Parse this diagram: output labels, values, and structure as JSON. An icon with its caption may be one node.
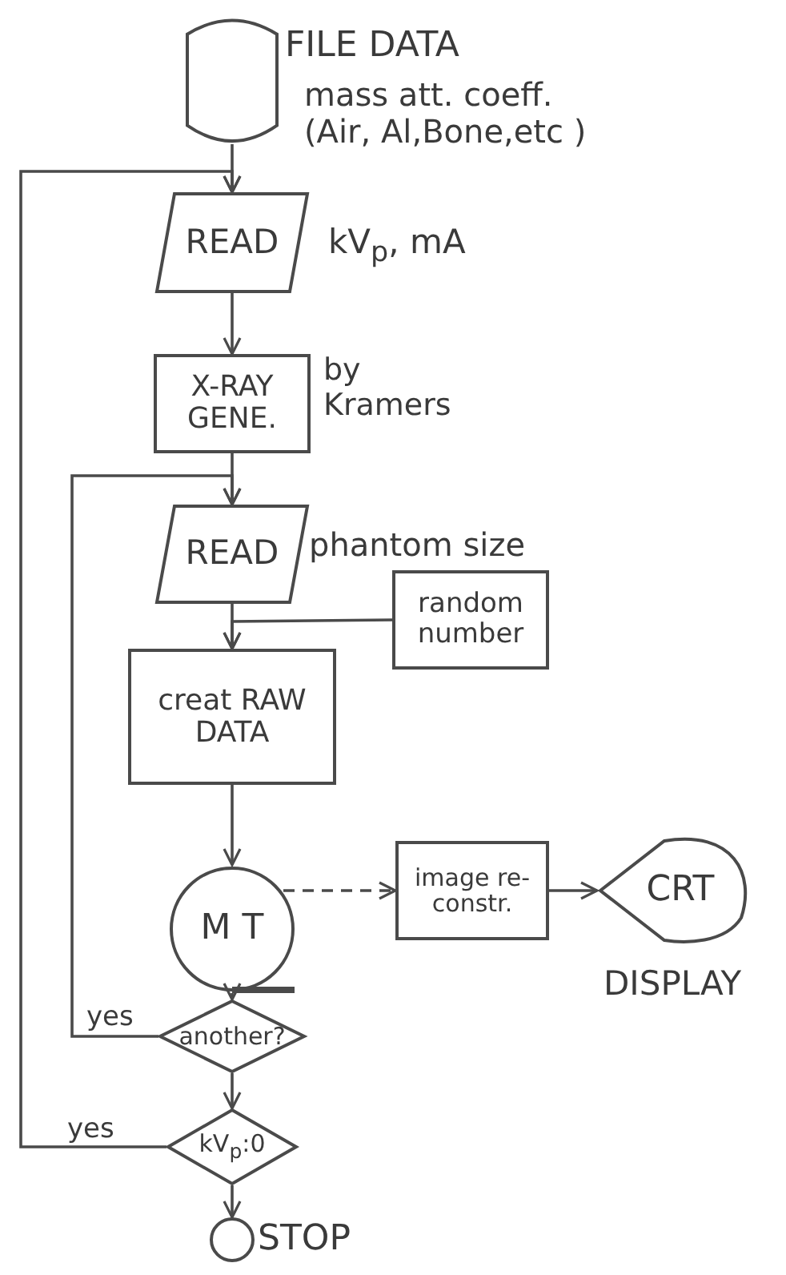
{
  "diagram": {
    "nodes": [
      {
        "text": [
          "FILE DATA"
        ],
        "beside": [
          "mass att. coeff. (Air, Al,Bone,etc )"
        ]
      },
      {
        "text": [
          "READ"
        ],
        "beside": [
          "kV$_{p}$, mA"
        ]
      },
      {
        "text": [
          "X-RAY GENE."
        ],
        "beside": [
          "by Kramers"
        ]
      },
      {
        "text": [
          "READ"
        ],
        "beside": [
          "phantom size"
        ]
      },
      {
        "text": [
          "random number"
        ]
      },
      {
        "text": [
          "creat RAW DATA"
        ]
      },
      {
        "text": [
          "M T"
        ]
      },
      {
        "text": [
          "image re-constr."
        ]
      },
      {
        "text": [
          "CRT"
        ],
        "beside": [
          "DISPLAY"
        ]
      },
      {
        "text": [
          "another?"
        ]
      },
      {
        "text": [
          "kV$_{p}$:0"
        ]
      },
      {
        "text": [
          "STOP"
        ]
      }
    ],
    "edges": [
      {
        "from": 0,
        "to": 1,
        "arrow": "to"
      },
      {
        "from": 1,
        "to": 2,
        "arrow": "to"
      },
      {
        "from": 2,
        "to": 3,
        "arrow": "to"
      },
      {
        "from": 3,
        "to": 5,
        "arrow": "to"
      },
      {
        "from": 4,
        "to": 5,
        "arrow": "to"
      },
      {
        "from": 5,
        "to": 6,
        "arrow": "to"
      },
      {
        "from": 6,
        "to": 7,
        "arrow": "to",
        "style": "dashed"
      },
      {
        "from": 7,
        "to": 8,
        "arrow": "to"
      },
      {
        "from": 6,
        "to": 9,
        "arrow": "to"
      },
      {
        "from": 9,
        "to": 3,
        "arrow": "to",
        "label": "yes"
      },
      {
        "from": 9,
        "to": 10,
        "arrow": "to"
      },
      {
        "from": 10,
        "to": 1,
        "arrow": "to",
        "label": "yes"
      },
      {
        "from": 10,
        "to": 11,
        "arrow": "to"
      }
    ]
  }
}
